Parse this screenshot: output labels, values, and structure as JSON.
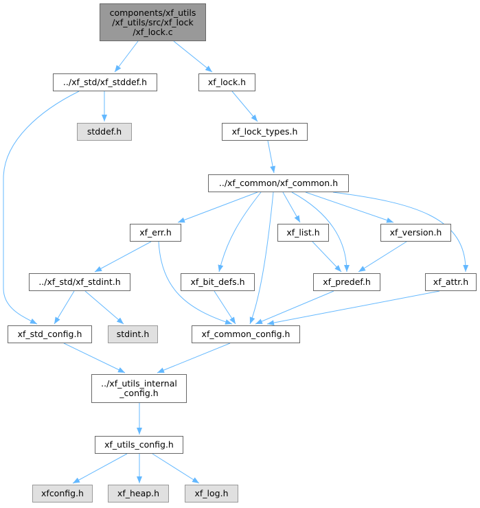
{
  "colors": {
    "edge": "#63b8ff",
    "border": "#666666",
    "root_fill": "#999999",
    "external_fill": "#e0e0e0"
  },
  "nodes": {
    "root": {
      "lines": [
        "components/xf_utils",
        "/xf_utils/src/xf_lock",
        "/xf_lock.c"
      ]
    },
    "xf_stddef": {
      "label": "../xf_std/xf_stddef.h"
    },
    "xf_lock": {
      "label": "xf_lock.h"
    },
    "stddef": {
      "label": "stddef.h"
    },
    "xf_lock_types": {
      "label": "xf_lock_types.h"
    },
    "xf_common": {
      "label": "../xf_common/xf_common.h"
    },
    "xf_err": {
      "label": "xf_err.h"
    },
    "xf_list": {
      "label": "xf_list.h"
    },
    "xf_version": {
      "label": "xf_version.h"
    },
    "xf_stdint": {
      "label": "../xf_std/xf_stdint.h"
    },
    "xf_bit_defs": {
      "label": "xf_bit_defs.h"
    },
    "xf_predef": {
      "label": "xf_predef.h"
    },
    "xf_attr": {
      "label": "xf_attr.h"
    },
    "xf_std_config": {
      "label": "xf_std_config.h"
    },
    "stdint": {
      "label": "stdint.h"
    },
    "xf_common_config": {
      "label": "xf_common_config.h"
    },
    "xf_utils_internal_config": {
      "lines": [
        "../xf_utils_internal",
        "_config.h"
      ]
    },
    "xf_utils_config": {
      "label": "xf_utils_config.h"
    },
    "xfconfig": {
      "label": "xfconfig.h"
    },
    "xf_heap": {
      "label": "xf_heap.h"
    },
    "xf_log": {
      "label": "xf_log.h"
    }
  }
}
